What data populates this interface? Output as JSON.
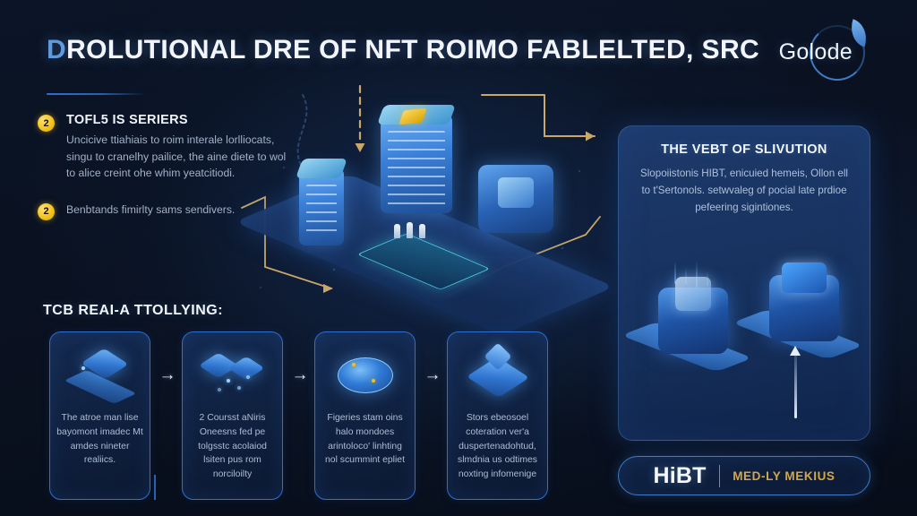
{
  "header": {
    "title": "DROLUTIONAL DRE OF NFT ROIMO FABLELTED, SRC",
    "title_initial": "D",
    "title_rest": "ROLUTIONAL DRE OF NFT ROIMO FABLELTED, SRC",
    "brand_name": "Golode",
    "brand_icon": "leaf-circle-icon"
  },
  "left": {
    "bullets": [
      {
        "marker": "2",
        "heading": "TOFL5 IS SERIERS",
        "body": "Uncicive ttiahiais to roim interale lorlliocats, singu to cranelhy pailice, the aine diete to wol to alice creint ohe whim yeatcitiodi."
      },
      {
        "marker": "2",
        "heading": "",
        "body": "Benbtands fimirlty sams sendivers."
      }
    ],
    "section_heading": "TCB REAI-A TTOLLYING:"
  },
  "flow": {
    "arrow_glyph": "→",
    "cards": [
      {
        "art": "laptop-coin-icon",
        "text": "The atroe man lise bayomont imadec Mt amdes nineter realiics."
      },
      {
        "art": "shattered-blocks-icon",
        "text": "2 Coursst aNiris Oneesns fed pe tolgsstc acolaiod lsiten pus rom norciloilty"
      },
      {
        "art": "network-disc-icon",
        "text": "Figeries stam oins halo mondoes arintoloco' linhting nol scummint epliet"
      },
      {
        "art": "secure-cube-icon",
        "text": "Stors ebeosoel coteration ver'a duspertenadohtud, slmdnia us odtimes noxting infomenige"
      }
    ]
  },
  "center": {
    "art_name": "isometric-blockchain-platform",
    "elements": [
      "server-tower-large",
      "server-tower-small",
      "vault-cube",
      "processor-chip",
      "gold-token-badge",
      "mini-figures"
    ]
  },
  "right_panel": {
    "heading": "THE VEBT OF SLIVUTION",
    "body": "Slopoiistonis HIBT, enicuied hemeis, Ollon ell to t'Sertonols. setwvaleg of pocial late prdioe pefeering sigintiones.",
    "art_name": "isometric-vault-pair"
  },
  "hibt_badge": {
    "mark": "HiBT",
    "divider": "|",
    "subtitle": "MED-LY MEKIUS"
  },
  "colors": {
    "background": "#0a1120",
    "accent_blue": "#2f6fd0",
    "bright_blue": "#5d9ae0",
    "gold": "#f2c016",
    "panel_navy": "#1d3a6b",
    "text_primary": "#f2f6fc",
    "text_secondary": "#aebfd6",
    "hibt_gold": "#d3a64a"
  }
}
